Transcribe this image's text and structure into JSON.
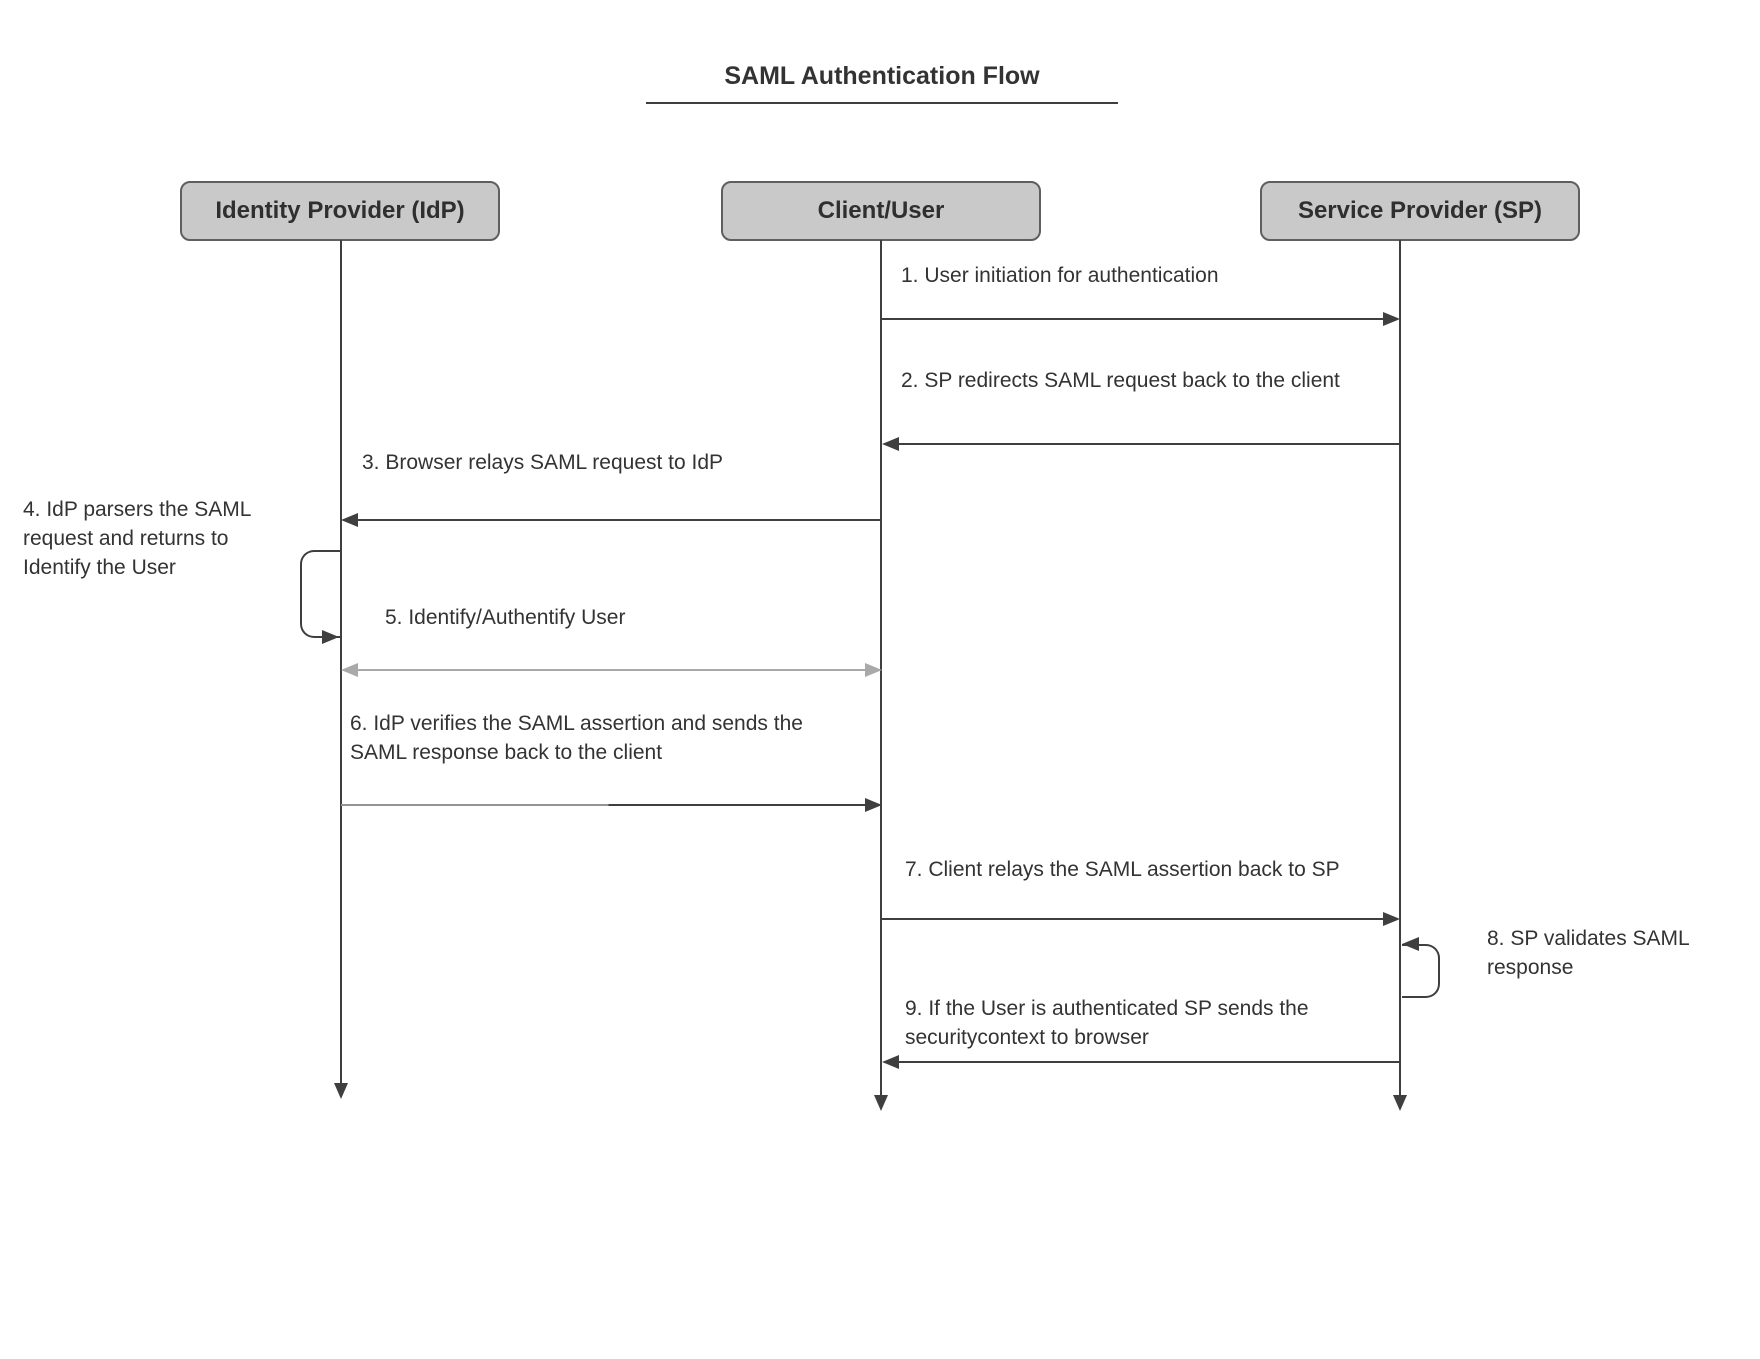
{
  "diagram": {
    "title": "SAML Authentication Flow",
    "type": "sequence",
    "actors": [
      {
        "id": "idp",
        "label": "Identity Provider (IdP)"
      },
      {
        "id": "client",
        "label": "Client/User"
      },
      {
        "id": "sp",
        "label": "Service Provider (SP)"
      }
    ],
    "messages": [
      {
        "num": 1,
        "label": "1. User initiation for authentication",
        "from": "Client/User",
        "to": "Service Provider (SP)",
        "direction": "right"
      },
      {
        "num": 2,
        "label": "2. SP redirects SAML request back to the client",
        "from": "Service Provider (SP)",
        "to": "Client/User",
        "direction": "left"
      },
      {
        "num": 3,
        "label": "3. Browser relays SAML request to IdP",
        "from": "Client/User",
        "to": "Identity Provider (IdP)",
        "direction": "left"
      },
      {
        "num": 4,
        "label": "4. IdP parsers the SAML\nrequest and returns to\nIdentify the User",
        "from": "Identity Provider (IdP)",
        "to": "Identity Provider (IdP)",
        "direction": "self"
      },
      {
        "num": 5,
        "label": "5. Identify/Authentify User",
        "from": "Identity Provider (IdP)",
        "to": "Client/User",
        "direction": "both",
        "style": "gray"
      },
      {
        "num": 6,
        "label": "6. IdP verifies the SAML assertion and sends the\nSAML response back to the client",
        "from": "Identity Provider (IdP)",
        "to": "Client/User",
        "direction": "right"
      },
      {
        "num": 7,
        "label": "7. Client relays the SAML assertion back to SP",
        "from": "Client/User",
        "to": "Service Provider (SP)",
        "direction": "right"
      },
      {
        "num": 8,
        "label": "8. SP validates SAML\nresponse",
        "from": "Service Provider (SP)",
        "to": "Service Provider (SP)",
        "direction": "self"
      },
      {
        "num": 9,
        "label": "9. If the User is authenticated SP sends the\nsecuritycontext to browser",
        "from": "Service Provider (SP)",
        "to": "Client/User",
        "direction": "left"
      }
    ],
    "colors": {
      "actor_fill": "#c9c9c9",
      "actor_border": "#5f5f5f",
      "line": "#3f3f3f",
      "gray_line": "#a9a9a9",
      "text": "#333333",
      "background": "#ffffff"
    }
  }
}
